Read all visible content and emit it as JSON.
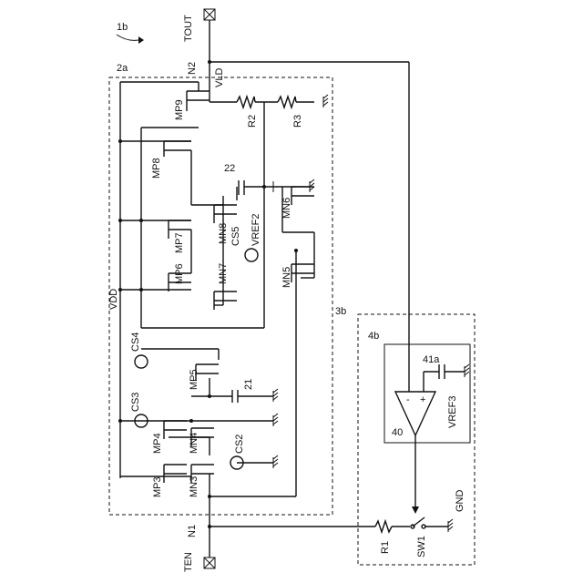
{
  "figure_ref": "1b",
  "blocks": {
    "block_2a": "2a",
    "block_3b": "3b",
    "block_4b": "4b"
  },
  "terminals": {
    "tout": "TOUT",
    "ten": "TEN",
    "gnd": "GND"
  },
  "nodes": {
    "n1": "N1",
    "n2": "N2",
    "vld": "VLD",
    "vdd": "VDD"
  },
  "transistors": {
    "mp3": "MP3",
    "mp4": "MP4",
    "mp5": "MP5",
    "mp6": "MP6",
    "mp7": "MP7",
    "mp8": "MP8",
    "mp9": "MP9",
    "mn3": "MN3",
    "mn4": "MN4",
    "mn5": "MN5",
    "mn6": "MN6",
    "mn7": "MN7",
    "mn8": "MN8"
  },
  "current_sources": {
    "cs2": "CS2",
    "cs3": "CS3",
    "cs4": "CS4",
    "cs5": "CS5"
  },
  "resistors": {
    "r1": "R1",
    "r2": "R2",
    "r3": "R3"
  },
  "capacitors": {
    "c21": "21",
    "c22": "22"
  },
  "references": {
    "vref2": "VREF2",
    "vref3": "VREF3"
  },
  "comparator": {
    "ref": "40",
    "plus": "+",
    "minus": "-",
    "ref_41a": "41a"
  },
  "switch": {
    "sw1": "SW1"
  }
}
